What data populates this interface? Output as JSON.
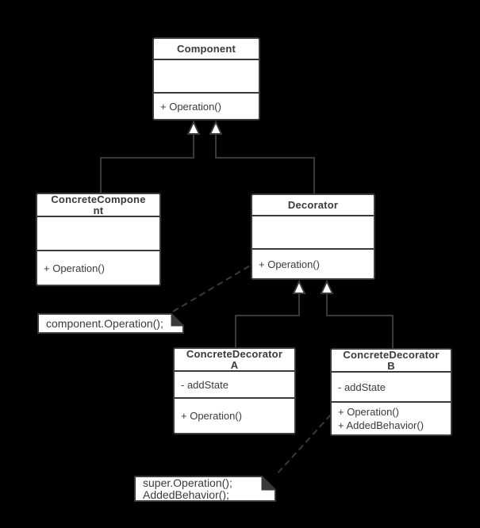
{
  "diagram": {
    "kind": "uml-class-diagram",
    "pattern": "Decorator",
    "colors": {
      "background": "#000000",
      "stroke": "#3a3a3a",
      "box_fill": "#ffffff",
      "text": "#3a3a3a",
      "note_fold_fill": "#3a3a3a"
    }
  },
  "classes": {
    "component": {
      "name": "Component",
      "name_lines": [
        "Component"
      ],
      "attributes": [],
      "methods": [
        "+ Operation()"
      ]
    },
    "concreteComponent": {
      "name": "ConcreteComponent",
      "name_lines": [
        "ConcreteCompone",
        "nt"
      ],
      "attributes": [],
      "methods": [
        "+ Operation()"
      ]
    },
    "decorator": {
      "name": "Decorator",
      "name_lines": [
        "Decorator"
      ],
      "attributes": [],
      "methods": [
        "+ Operation()"
      ]
    },
    "concreteDecoratorA": {
      "name": "ConcreteDecoratorA",
      "name_lines": [
        "ConcreteDecorator",
        "A"
      ],
      "attributes": [
        "- addState"
      ],
      "methods": [
        "+ Operation()"
      ]
    },
    "concreteDecoratorB": {
      "name": "ConcreteDecoratorB",
      "name_lines": [
        "ConcreteDecorator",
        "B"
      ],
      "attributes": [
        "- addState"
      ],
      "methods": [
        "+ Operation()",
        "+ AddedBehavior()"
      ]
    }
  },
  "notes": {
    "componentOperation": {
      "lines": [
        "component.Operation();"
      ]
    },
    "superOperation": {
      "lines": [
        "super.Operation();",
        "AddedBehavior();"
      ]
    }
  },
  "relationships": [
    {
      "from": "ConcreteComponent",
      "to": "Component",
      "type": "generalization",
      "style": "solid-hollow-triangle"
    },
    {
      "from": "Decorator",
      "to": "Component",
      "type": "generalization",
      "style": "solid-hollow-triangle"
    },
    {
      "from": "ConcreteDecoratorA",
      "to": "Decorator",
      "type": "generalization",
      "style": "solid-hollow-triangle"
    },
    {
      "from": "ConcreteDecoratorB",
      "to": "Decorator",
      "type": "generalization",
      "style": "solid-hollow-triangle"
    },
    {
      "from": "note:componentOperation",
      "to": "Decorator",
      "type": "note-attachment",
      "style": "dashed"
    },
    {
      "from": "note:superOperation",
      "to": "ConcreteDecoratorB",
      "type": "note-attachment",
      "style": "dashed"
    }
  ]
}
